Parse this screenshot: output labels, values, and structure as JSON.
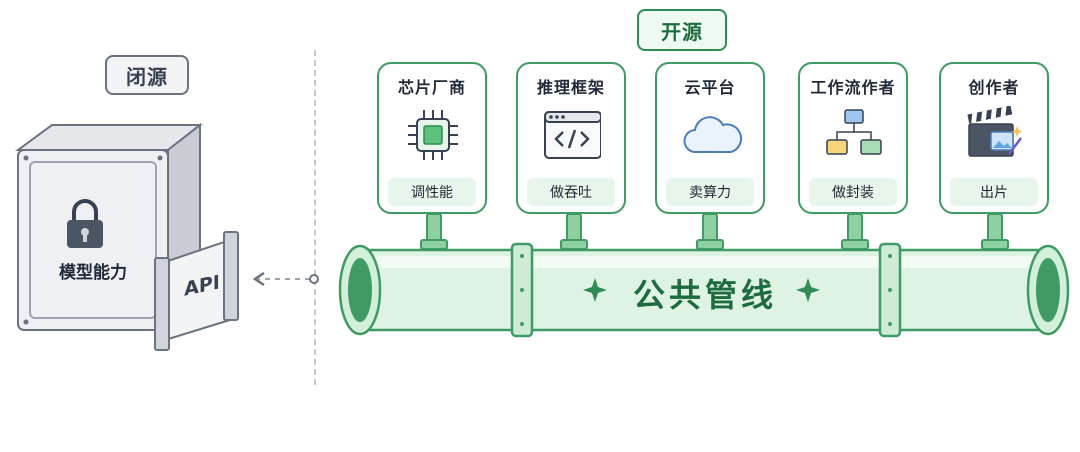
{
  "closed_source": {
    "label": "闭源",
    "box_label": "模型能力",
    "gate_label": "API"
  },
  "open_source": {
    "label": "开源",
    "pipeline_label": "公共管线",
    "cards": [
      {
        "title": "芯片厂商",
        "sub": "调性能",
        "icon": "chip-icon"
      },
      {
        "title": "推理框架",
        "sub": "做吞吐",
        "icon": "code-window-icon"
      },
      {
        "title": "云平台",
        "sub": "卖算力",
        "icon": "cloud-icon"
      },
      {
        "title": "工作流作者",
        "sub": "做封装",
        "icon": "workflow-icon"
      },
      {
        "title": "创作者",
        "sub": "出片",
        "icon": "clapperboard-icon"
      }
    ]
  },
  "colors": {
    "accent_green": "#2f8a53",
    "pipe_green": "#dff3e4",
    "closed_gray": "#6b7280"
  }
}
